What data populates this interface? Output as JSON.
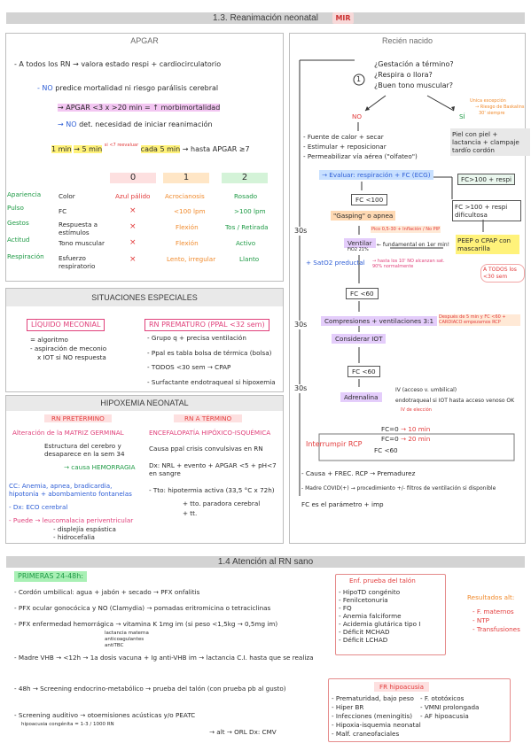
{
  "header1": {
    "title": "1.3. Reanimación neonatal",
    "badge": "MIR"
  },
  "apgar": {
    "title": "APGAR",
    "l1": "- A todos los RN → valora estado respi + cardiocirculatorio",
    "l2a": "- NO",
    "l2b": "predice mortalidad ni riesgo parálisis cerebral",
    "l3": "→ APGAR <3 x >20 min = ↑ morbimortalidad",
    "l4a": "→ NO",
    "l4b": "det. necesidad de iniciar reanimación",
    "l5a": "1 min",
    "l5b": "→ 5 min",
    "l5c": "si <7 reevaluar",
    "l5d": "cada 5 min",
    "l5e": "→ hasta APGAR ≥7",
    "side": [
      "Apariencia",
      "Pulso",
      "Gestos",
      "Actitud",
      "Respiración"
    ],
    "cols": [
      "0",
      "1",
      "2"
    ],
    "rows": [
      {
        "label": "Color",
        "c0": "Azul pálido",
        "c1": "Acrocianosis",
        "c2": "Rosado"
      },
      {
        "label": "FC",
        "c0": "×",
        "c1": "<100 lpm",
        "c2": ">100 lpm"
      },
      {
        "label": "Respuesta a estímulos",
        "c0": "×",
        "c1": "Flexión",
        "c2": "Tos / Retirada"
      },
      {
        "label": "Tono muscular",
        "c0": "×",
        "c1": "Flexión",
        "c2": "Activo"
      },
      {
        "label": "Esfuerzo respiratorio",
        "c0": "×",
        "c1": "Lento, irregular",
        "c2": "Llanto"
      }
    ]
  },
  "recien": {
    "title": "Recién nacido",
    "q": [
      "¿Gestación a término?",
      "¿Respira o llora?",
      "¿Buen tono muscular?"
    ],
    "no": "NO",
    "si": "SÍ",
    "si_note1": "Unica excepción",
    "si_note2": "→ Riesgo de Baskalins",
    "si_note3": "30' siempre",
    "no_steps": [
      "- Fuente de calor + secar",
      "- Estimular + reposicionar",
      "- Permeabilizar vía aérea (\"olfateo\")"
    ],
    "eval": "→ Evaluar: respiración + FC (ECG)",
    "piel": "Piel con piel + lactancia + clampaje tardío cordón",
    "fc100resp": "FC>100 + respi",
    "fc100": "FC <100",
    "gasping": "\"Gasping\" o apnea",
    "ventilar": "Ventilar",
    "ventilar_sub": "FiO2 21%",
    "vent_note": "← fundamental en 1er min!",
    "vent_box": "Pico 0,5-30 + Inflación / No PIP",
    "sato2": "+ SatO2 preductal",
    "sato2_note": "→ hasta los 10' NO alcanzan sat. 90% normalmente",
    "dif": "FC >100 + respi dificultosa",
    "peep": "PEEP o CPAP con mascarilla",
    "todos": "A TODOS los <30 sem",
    "s30": "30s",
    "fc60a": "FC <60",
    "comp": "Compresiones + ventilaciones 3:1",
    "comp_note": "Después de 5 min y FC <60 + CARDIACO empezamos RCP",
    "iot": "Considerar IOT",
    "fc60b": "FC <60",
    "adrenalina": "Adrenalina",
    "adr_note1": "IV (acceso v. umbilical)",
    "adr_note2": "endotraqueal si IOT hasta acceso venoso OK",
    "adr_note3": "IV de elección",
    "interr": "Interrumpir RCP",
    "int_r1a": "FC=0",
    "int_r1b": "→ 10 min",
    "int_r2a": "FC=0",
    "int_r2b": "→ 20 min",
    "int_r3a": "FC <60",
    "causa": "- Causa + FREC. RCP → Premadurez",
    "covid": "- Madre COVID(+) → procedimiento +/- filtros de ventilación si disponible",
    "fc_pref": "FC es el parámetro + imp"
  },
  "especiales": {
    "title": "SITUACIONES ESPECIALES",
    "lm_title": "LÍQUIDO MECONIAL",
    "lm": [
      "= algoritmo",
      "- aspiración de meconio",
      "x IOT si NO respuesta"
    ],
    "pre_title": "RN PREMATURO (PPAL <32 sem)",
    "pre": [
      "- Grupo q + precisa ventilación",
      "- Ppal es tabla bolsa de térmica (bolsa)",
      "- TODOS <30 sem → CPAP",
      "- Surfactante endotraqueal si hipoxemia"
    ]
  },
  "hipox": {
    "title": "HIPOXEMIA NEONATAL",
    "pt_title": "RN PRETÉRMINO",
    "t_title": "RN A TÉRMINO",
    "pt": [
      "Alteración de la MATRIZ GERMINAL",
      "Estructura del cerebro y desaparece en la sem 34",
      "→ causa HEMORRAGIA",
      "CC: Anemia, apnea, bradicardia, hipotonía + abombamiento fontanelas",
      "- Dx: ECO cerebral",
      "- Puede → leucomalacia periventricular",
      "- displejía espástica",
      "- hidrocefalia"
    ],
    "t": [
      "ENCEFALOPATÍA HIPÓXICO-ISQUÉMICA",
      "Causa ppal crisis convulsivas en RN",
      "Dx: NRL + evento + APGAR <5 + pH<7 en sangre",
      "- Tto: hipotermia activa (33,5 °C x 72h)",
      "+ tto. paradora cerebral",
      "+ tt."
    ]
  },
  "header2": {
    "title": "1.4 Atención al RN sano"
  },
  "sano": {
    "primeras": "PRIMERAS 24-48h:",
    "l1": "- Cordón umbilical: agua + jabón + secado → PFX onfalitis",
    "l2": "- PFX ocular gonocócica y NO (Clamydia) → pomadas eritromicina o tetraciclinas",
    "l3": "- PFX enfermedad hemorrágica → vitamina K 1mg im (si peso <1,5kg → 0,5mg im)",
    "l3b": "lactancia materna anticoagulantes antiTBC",
    "l4": "- Madre VHB → <12h → 1a dosis vacuna + Ig anti-VHB im → lactancia C.I. hasta que se realiza",
    "l5": "- 48h → Screening endocrino-metabólico → prueba del talón (con prueba pb al gusto)",
    "l6": "- Screening auditivo → otoemisiones acústicas y/o PEATC",
    "l6b": "hipoacusia congénita = 1-3 / 1000 RN",
    "l6c": "→ alt → ORL Dx: CMV",
    "talon_title": "Enf. prueba del talón",
    "talon": [
      "- HipoTD congénito",
      "- Fenilcetonuria",
      "- FQ",
      "- Anemia falciforme",
      "- Acidemia glutárica tipo I",
      "- Déficit MCHAD",
      "- Déficit LCHAD"
    ],
    "result_title": "Resultados alt:",
    "result": [
      "- F. maternos",
      "- NTP",
      "- Transfusiones"
    ],
    "fr_title": "FR hipoacusia",
    "fr1": [
      "- Prematuridad, bajo peso",
      "- Hiper BR",
      "- Infecciones (meningitis)",
      "- Hipoxia-isquemia neonatal",
      "- Malf. craneofaciales"
    ],
    "fr2": [
      "- F. ototóxicos",
      "- VMNI prolongada",
      "- AF hipoacusia"
    ]
  }
}
